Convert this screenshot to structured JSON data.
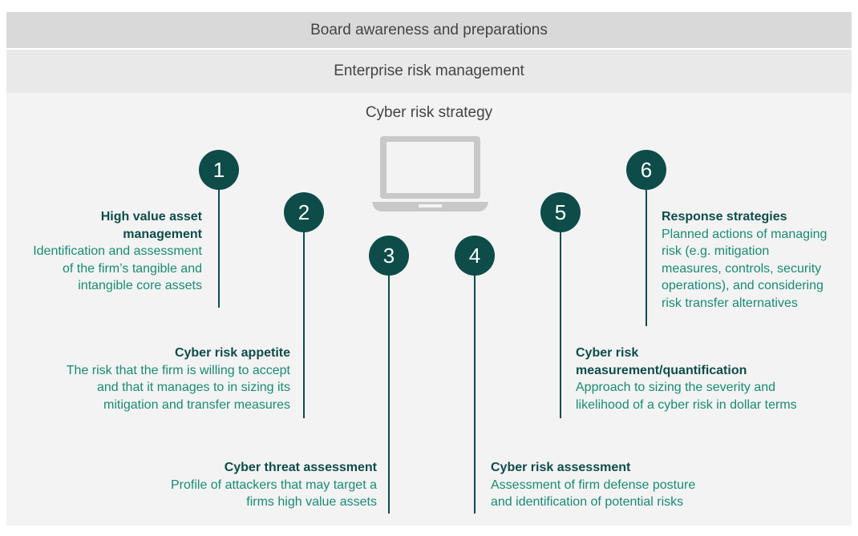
{
  "bands": {
    "top": "Board awareness and preparations",
    "middle": "Enterprise risk management"
  },
  "title": "Cyber risk strategy",
  "icons": {
    "center": "laptop-icon"
  },
  "colors": {
    "dark_teal": "#0e4c4a",
    "teal_text": "#1a8a74",
    "band_dark": "#d9d9d9",
    "band_light": "#e9e9e9",
    "panel": "#f3f3f3"
  },
  "steps": [
    {
      "number": "1",
      "heading_l1": "High value asset",
      "heading_l2": "management",
      "desc_l1": "Identification and assessment",
      "desc_l2": "of the firm’s tangible and",
      "desc_l3": "intangible core assets"
    },
    {
      "number": "2",
      "heading_l1": "Cyber risk appetite",
      "desc_l1": "The risk that the firm is willing to accept",
      "desc_l2": "and that it manages to in sizing its",
      "desc_l3": "mitigation and transfer measures"
    },
    {
      "number": "3",
      "heading_l1": "Cyber threat assessment",
      "desc_l1": "Profile of attackers that may target a",
      "desc_l2": "firms high value assets"
    },
    {
      "number": "4",
      "heading_l1": "Cyber risk assessment",
      "desc_l1": "Assessment of firm defense posture",
      "desc_l2": "and identification of potential risks"
    },
    {
      "number": "5",
      "heading_l1": "Cyber risk",
      "heading_l2": "measurement/quantification",
      "desc_l1": "Approach to sizing the severity and",
      "desc_l2": "likelihood of a cyber risk in dollar terms"
    },
    {
      "number": "6",
      "heading_l1": "Response strategies",
      "desc_l1": "Planned actions of managing",
      "desc_l2": "risk (e.g. mitigation",
      "desc_l3": "measures, controls, security",
      "desc_l4": "operations), and considering",
      "desc_l5": "risk transfer alternatives"
    }
  ]
}
